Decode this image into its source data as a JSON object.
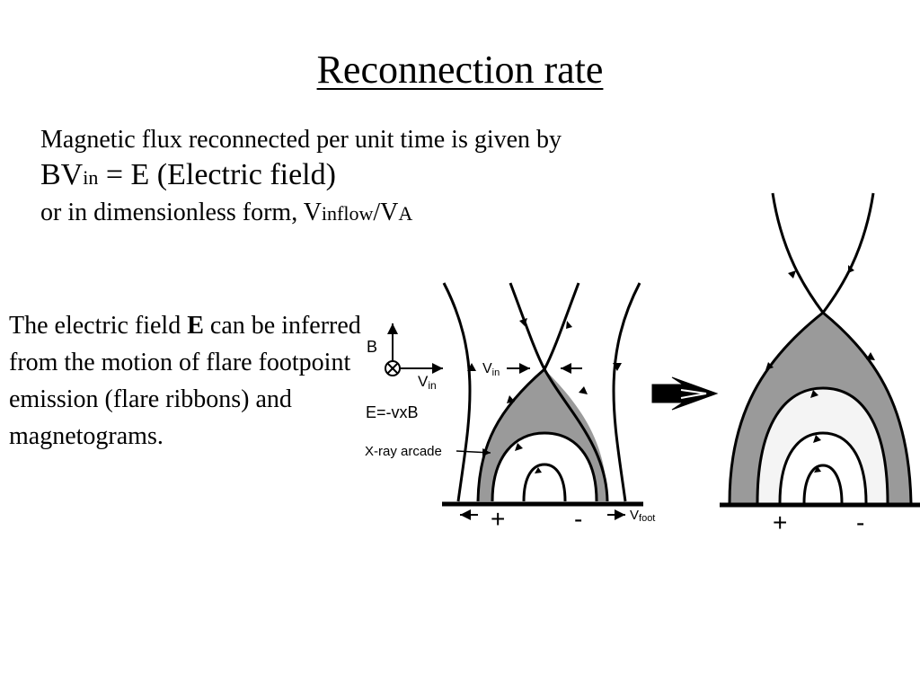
{
  "title": "Reconnection rate",
  "intro": {
    "line1": "Magnetic flux reconnected per unit time is given by",
    "line2_main": "BV",
    "line2_sub": "in",
    "line2_rest": " = E (Electric field)",
    "line3_prefix": "or in dimensionless form,  V",
    "line3_sub1": "inflow",
    "line3_mid": "/V",
    "line3_sub2": "A"
  },
  "body": {
    "before": "The electric field ",
    "bold": "E",
    "after": " can be inferred from the motion of flare footpoint emission (flare ribbons) and magnetograms."
  },
  "diagram": {
    "labels": {
      "b": "B",
      "vin_axis": "V",
      "vin_axis_sub": "in",
      "equation": "E=-vxB",
      "vin": "V",
      "vin_sub": "in",
      "xray": "X-ray arcade",
      "plus_left": "+",
      "minus_left": "-",
      "vfoot": "V",
      "vfoot_sub": "foot",
      "plus_right": "+",
      "minus_right": "-"
    },
    "colors": {
      "shade": "#9a9a9a",
      "light": "#f4f4f4",
      "line": "#000000"
    }
  }
}
